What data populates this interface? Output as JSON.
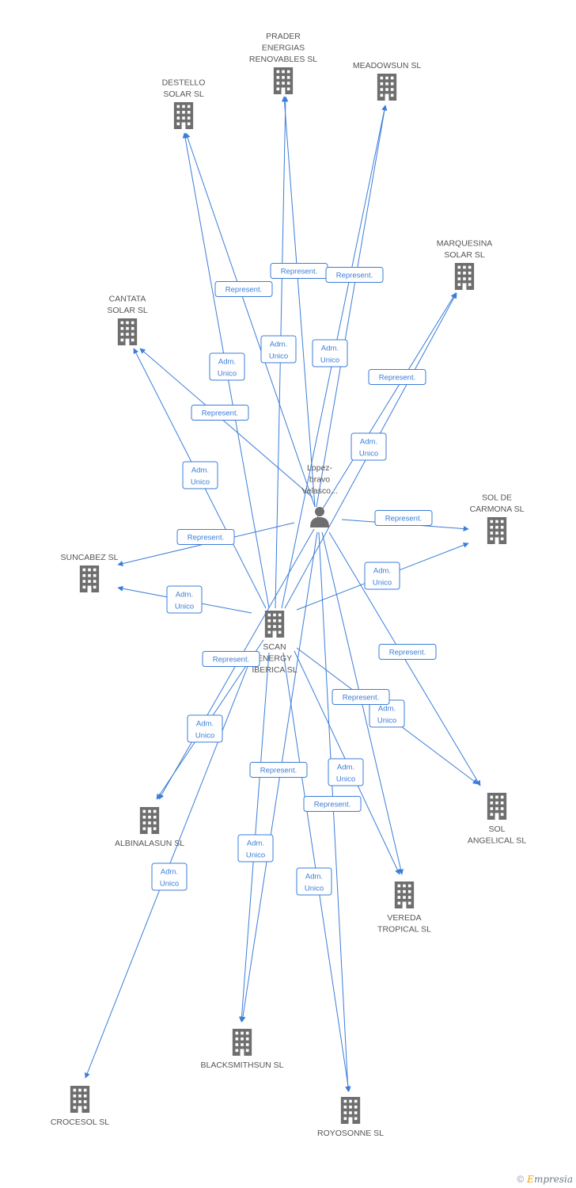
{
  "colors": {
    "edge": "#3b7dd8",
    "node_icon": "#6e6e6e",
    "label": "#555555"
  },
  "nodes": [
    {
      "id": "prader",
      "type": "company",
      "icon": "building-icon",
      "label_lines": [
        "PRADER",
        "ENERGIAS",
        "RENOVABLES SL"
      ]
    },
    {
      "id": "meadowsun",
      "type": "company",
      "icon": "building-icon",
      "label_lines": [
        "MEADOWSUN SL"
      ]
    },
    {
      "id": "destello",
      "type": "company",
      "icon": "building-icon",
      "label_lines": [
        "DESTELLO",
        "SOLAR SL"
      ]
    },
    {
      "id": "marquesina",
      "type": "company",
      "icon": "building-icon",
      "label_lines": [
        "MARQUESINA",
        "SOLAR SL"
      ]
    },
    {
      "id": "cantata",
      "type": "company",
      "icon": "building-icon",
      "label_lines": [
        "CANTATA",
        "SOLAR SL"
      ]
    },
    {
      "id": "person",
      "type": "person",
      "icon": "person-icon",
      "label_lines": [
        "Lopez-",
        "bravo",
        "Velasco..."
      ]
    },
    {
      "id": "solcarmona",
      "type": "company",
      "icon": "building-icon",
      "label_lines": [
        "SOL DE",
        "CARMONA SL"
      ]
    },
    {
      "id": "suncabez",
      "type": "company",
      "icon": "building-icon",
      "label_lines": [
        "SUNCABEZ SL"
      ]
    },
    {
      "id": "scan",
      "type": "company",
      "icon": "building-icon",
      "label_lines": [
        "SCAN",
        "ENERGY",
        "IBERICA SL"
      ]
    },
    {
      "id": "albinalasun",
      "type": "company",
      "icon": "building-icon",
      "label_lines": [
        "ALBINALASUN SL"
      ]
    },
    {
      "id": "solangelical",
      "type": "company",
      "icon": "building-icon",
      "label_lines": [
        "SOL",
        "ANGELICAL SL"
      ]
    },
    {
      "id": "vereda",
      "type": "company",
      "icon": "building-icon",
      "label_lines": [
        "VEREDA",
        "TROPICAL SL"
      ]
    },
    {
      "id": "blacksmithsun",
      "type": "company",
      "icon": "building-icon",
      "label_lines": [
        "BLACKSMITHSUN SL"
      ]
    },
    {
      "id": "crocesol",
      "type": "company",
      "icon": "building-icon",
      "label_lines": [
        "CROCESOL SL"
      ]
    },
    {
      "id": "royosonne",
      "type": "company",
      "icon": "building-icon",
      "label_lines": [
        "ROYOSONNE SL"
      ]
    }
  ],
  "edges": [
    {
      "from": "person",
      "to": "destello",
      "label_lines": [
        "Represent."
      ]
    },
    {
      "from": "person",
      "to": "prader",
      "label_lines": [
        "Represent."
      ]
    },
    {
      "from": "person",
      "to": "meadowsun",
      "label_lines": [
        "Represent."
      ]
    },
    {
      "from": "person",
      "to": "marquesina",
      "label_lines": [
        "Represent."
      ]
    },
    {
      "from": "person",
      "to": "cantata",
      "label_lines": [
        "Represent."
      ]
    },
    {
      "from": "person",
      "to": "solcarmona",
      "label_lines": [
        "Represent."
      ]
    },
    {
      "from": "person",
      "to": "suncabez",
      "label_lines": [
        "Represent."
      ]
    },
    {
      "from": "person",
      "to": "albinalasun",
      "label_lines": [
        "Represent."
      ]
    },
    {
      "from": "person",
      "to": "solangelical",
      "label_lines": [
        "Represent."
      ]
    },
    {
      "from": "person",
      "to": "blacksmithsun",
      "label_lines": [
        "Represent."
      ]
    },
    {
      "from": "person",
      "to": "vereda",
      "label_lines": [
        "Represent."
      ]
    },
    {
      "from": "person",
      "to": "royosonne",
      "label_lines": [
        "Adm.",
        "Unico"
      ]
    },
    {
      "from": "scan",
      "to": "destello",
      "label_lines": [
        "Adm.",
        "Unico"
      ]
    },
    {
      "from": "scan",
      "to": "prader",
      "label_lines": [
        "Adm.",
        "Unico"
      ]
    },
    {
      "from": "scan",
      "to": "meadowsun",
      "label_lines": [
        "Adm.",
        "Unico"
      ]
    },
    {
      "from": "scan",
      "to": "marquesina",
      "label_lines": [
        "Adm.",
        "Unico"
      ]
    },
    {
      "from": "scan",
      "to": "cantata",
      "label_lines": [
        "Adm.",
        "Unico"
      ]
    },
    {
      "from": "scan",
      "to": "solcarmona",
      "label_lines": [
        "Adm.",
        "Unico"
      ]
    },
    {
      "from": "scan",
      "to": "suncabez",
      "label_lines": [
        "Adm.",
        "Unico"
      ]
    },
    {
      "from": "scan",
      "to": "albinalasun",
      "label_lines": [
        "Adm.",
        "Unico"
      ]
    },
    {
      "from": "scan",
      "to": "solangelical",
      "label_lines": [
        "Adm.",
        "Unico"
      ]
    },
    {
      "from": "scan",
      "to": "vereda",
      "label_lines": [
        "Adm.",
        "Unico"
      ]
    },
    {
      "from": "scan",
      "to": "blacksmithsun",
      "label_lines": [
        "Adm.",
        "Unico"
      ]
    },
    {
      "from": "scan",
      "to": "crocesol",
      "label_lines": [
        "Adm.",
        "Unico"
      ]
    },
    {
      "from": "scan",
      "to": "royosonne",
      "label_lines": [
        "Represent."
      ]
    }
  ],
  "footer": {
    "copyright": "©",
    "brand_first": "E",
    "brand_rest": "mpresia"
  }
}
